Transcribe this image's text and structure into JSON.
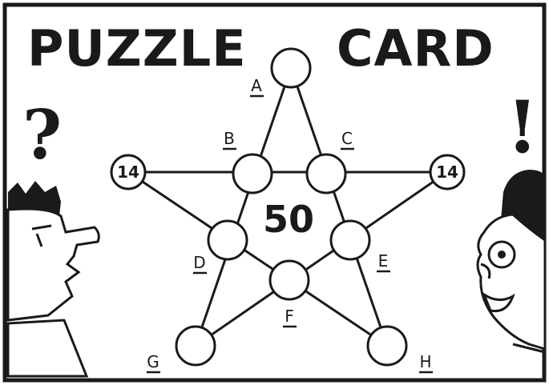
{
  "title": {
    "left": "PUZZLE",
    "right": "CARD"
  },
  "center_total": "50",
  "marks": {
    "question": "?",
    "exclamation": "!"
  },
  "nodes": {
    "A": {
      "label": "A",
      "value": ""
    },
    "B": {
      "label": "B",
      "value": ""
    },
    "C": {
      "label": "C",
      "value": ""
    },
    "D": {
      "label": "D",
      "value": ""
    },
    "E": {
      "label": "E",
      "value": ""
    },
    "F": {
      "label": "F",
      "value": ""
    },
    "G": {
      "label": "G",
      "value": ""
    },
    "H": {
      "label": "H",
      "value": ""
    },
    "left": {
      "label": "",
      "value": "14"
    },
    "right": {
      "label": "",
      "value": "14"
    }
  },
  "colors": {
    "ink": "#1a1a1a",
    "paper": "#ffffff"
  }
}
